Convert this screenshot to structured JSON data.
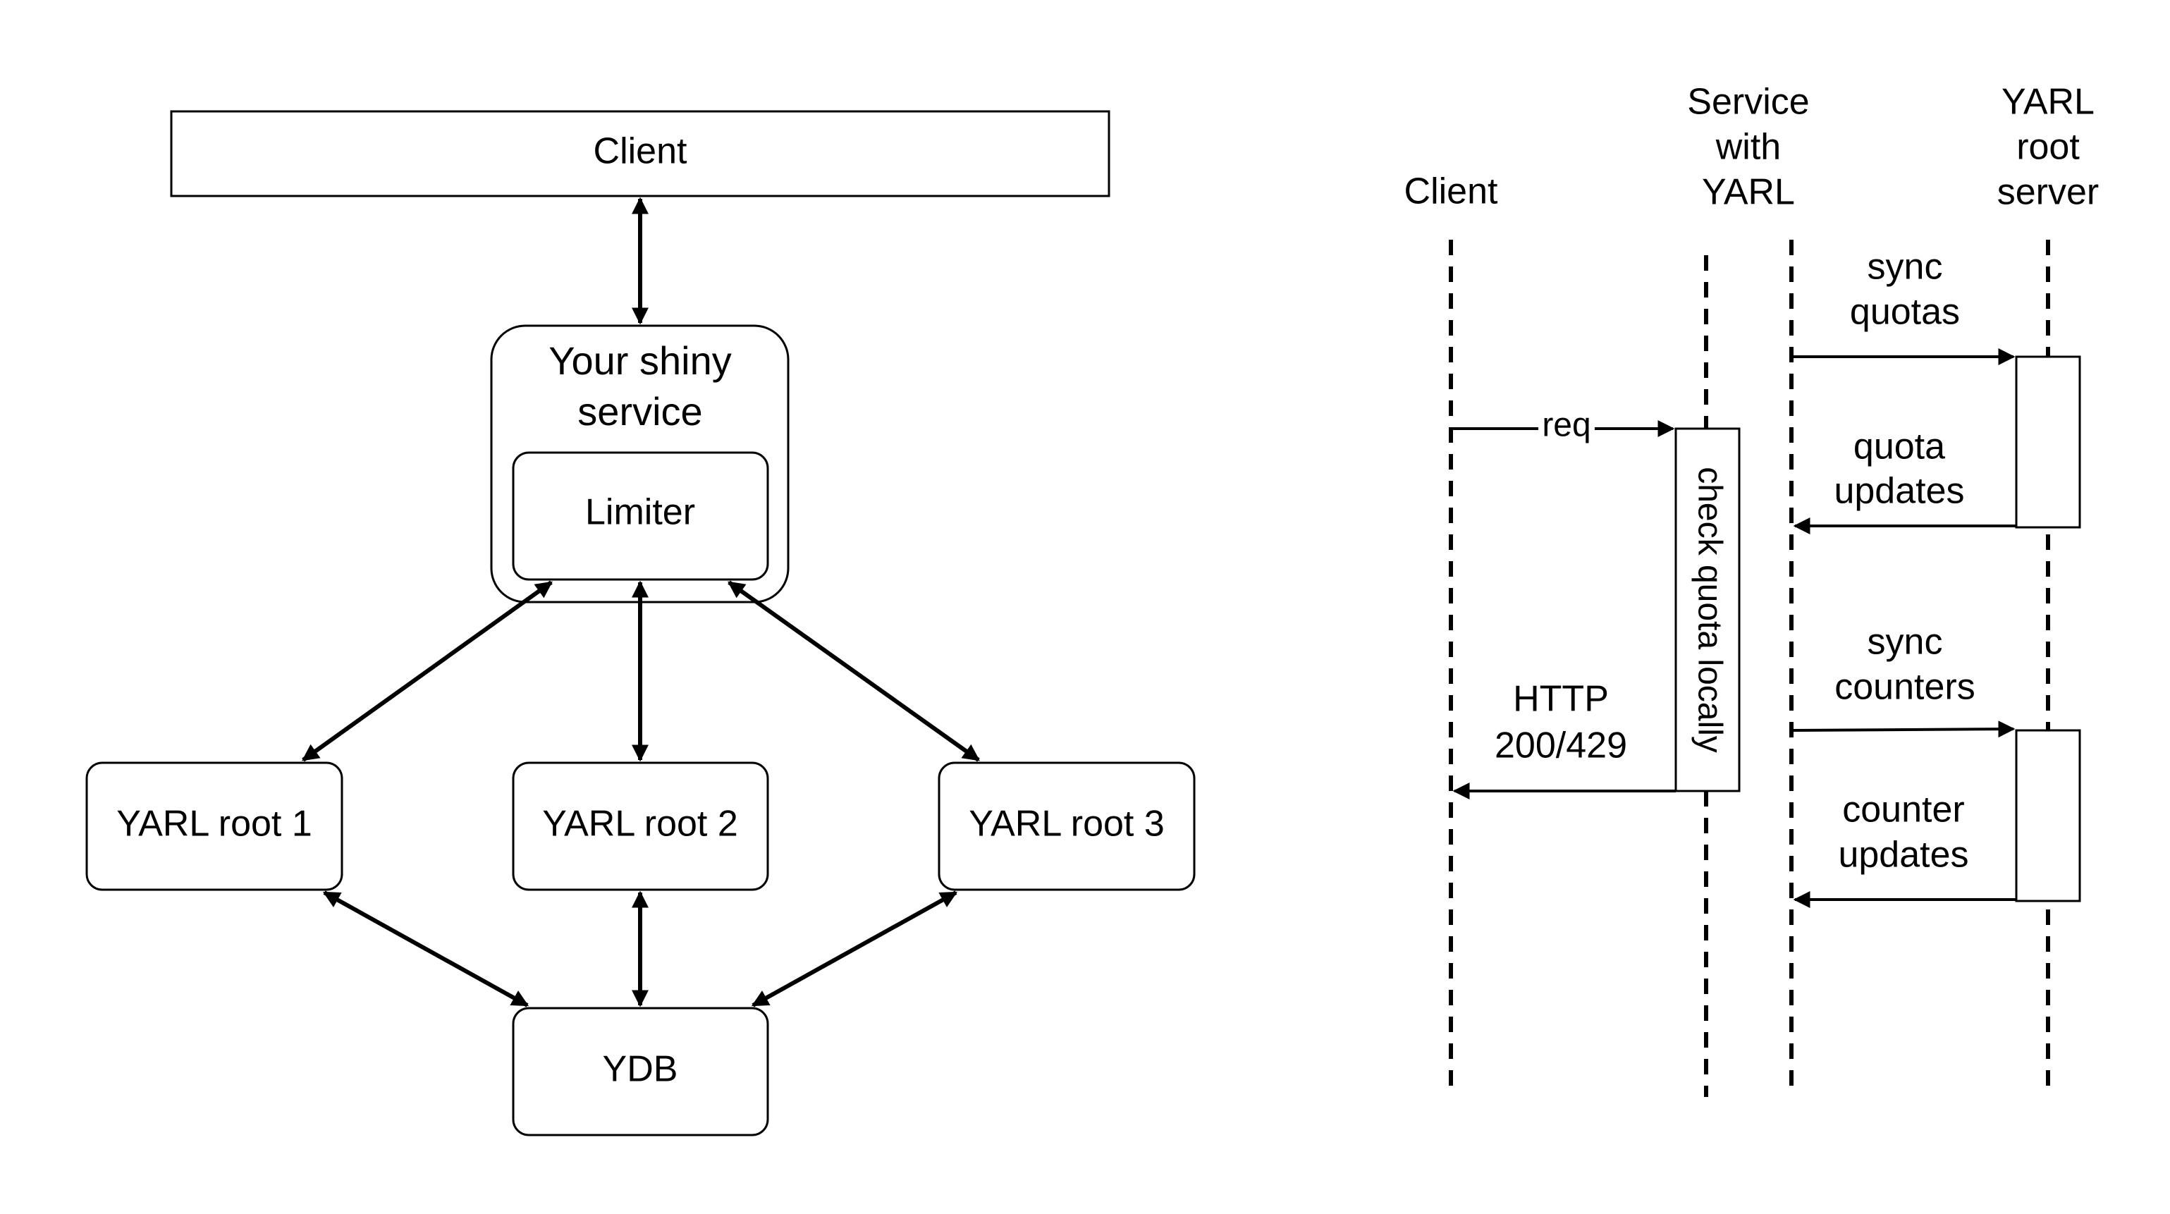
{
  "architecture": {
    "client": "Client",
    "service_lines": [
      "Your shiny",
      "service"
    ],
    "limiter": "Limiter",
    "roots": [
      "YARL root 1",
      "YARL root 2",
      "YARL root 3"
    ],
    "database": "YDB"
  },
  "sequence": {
    "participants": {
      "client": [
        "Client"
      ],
      "service": [
        "Service",
        "with",
        "YARL"
      ],
      "root_server": [
        "YARL",
        "root",
        "server"
      ]
    },
    "messages": {
      "req": "req",
      "check": "check quota locally",
      "http": [
        "HTTP",
        "200/429"
      ],
      "sync_quotas": [
        "sync",
        "quotas"
      ],
      "quota_updates": [
        "quota",
        "updates"
      ],
      "sync_counters": [
        "sync",
        "counters"
      ],
      "counter_updates": [
        "counter",
        "updates"
      ]
    }
  }
}
